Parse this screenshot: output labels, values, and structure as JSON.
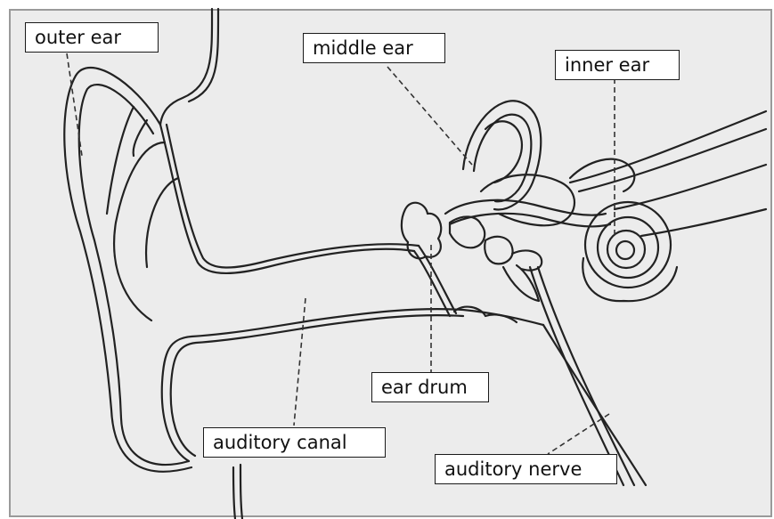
{
  "labels": {
    "outer_ear": "outer ear",
    "middle_ear": "middle ear",
    "inner_ear": "inner ear",
    "ear_drum": "ear drum",
    "auditory_canal": "auditory canal",
    "auditory_nerve": "auditory nerve"
  },
  "colors": {
    "background": "#ececec",
    "border": "#9a9a9a",
    "line": "#222222",
    "label_fill": "#ffffff"
  }
}
